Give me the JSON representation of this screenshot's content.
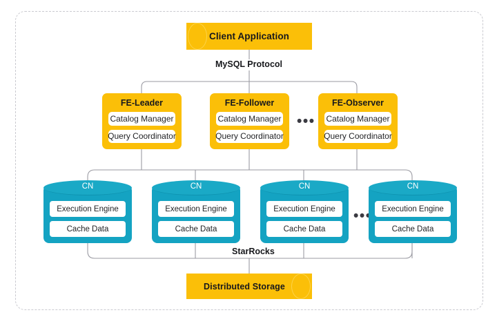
{
  "diagram": {
    "title": "StarRocks shared-data architecture",
    "colors": {
      "amber": "#fbbf08",
      "amber_cap_outline": "#fcd34a",
      "teal": "#14a3c2",
      "teal_top": "#1aa9c6",
      "wire": "#9a9aa2",
      "frame": "#c9c9cf",
      "slot_bg": "#ffffff",
      "text": "#17181c"
    },
    "client": {
      "label": "Client Application"
    },
    "protocol_label": "MySQL Protocol",
    "fe_nodes": [
      {
        "title": "FE-Leader",
        "slots": [
          "Catalog Manager",
          "Query Coordinator"
        ]
      },
      {
        "title": "FE-Follower",
        "slots": [
          "Catalog Manager",
          "Query Coordinator"
        ]
      },
      {
        "title": "FE-Observer",
        "slots": [
          "Catalog Manager",
          "Query Coordinator"
        ]
      }
    ],
    "fe_ellipsis": "•••",
    "cn_nodes": [
      {
        "title": "CN",
        "slots": [
          "Execution Engine",
          "Cache Data"
        ]
      },
      {
        "title": "CN",
        "slots": [
          "Execution Engine",
          "Cache Data"
        ]
      },
      {
        "title": "CN",
        "slots": [
          "Execution Engine",
          "Cache  Data"
        ]
      },
      {
        "title": "CN",
        "slots": [
          "Execution Engine",
          "Cache  Data"
        ]
      }
    ],
    "cn_ellipsis": "•••",
    "system_label": "StarRocks",
    "storage": {
      "label": "Distributed Storage"
    }
  }
}
